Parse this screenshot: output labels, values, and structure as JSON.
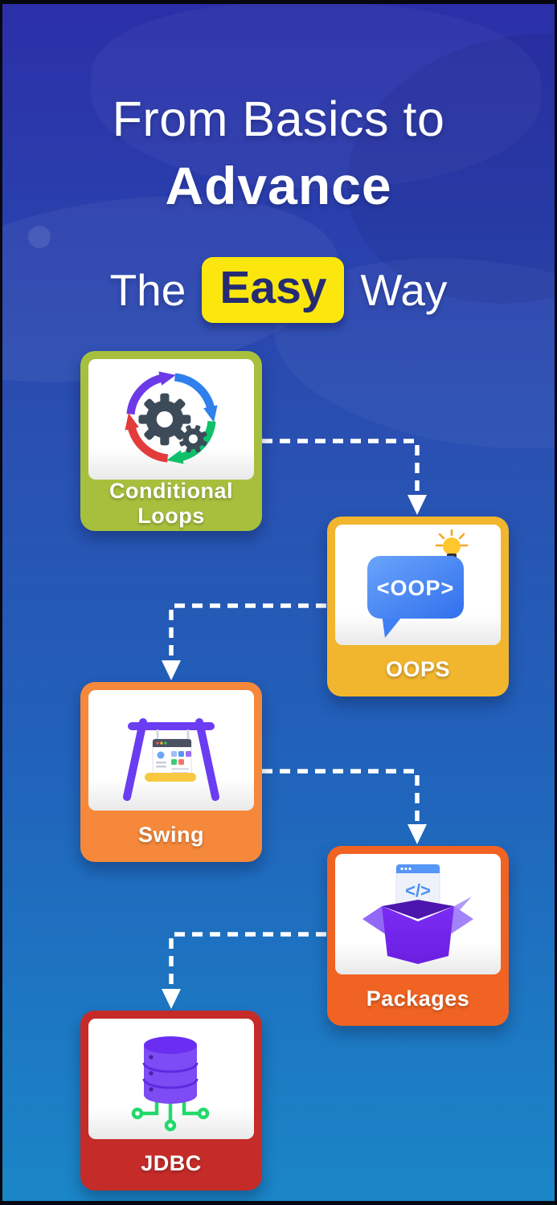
{
  "poster": {
    "title_line1": "From Basics to",
    "title_line2": "Advance",
    "subtitle_pre": "The",
    "subtitle_highlight": "Easy",
    "subtitle_post": "Way"
  },
  "colors": {
    "background_top": "#2b2fa8",
    "background_bottom": "#1a86c7",
    "highlight_bg": "#fbe70e",
    "highlight_text": "#252b72",
    "connector": "#ffffff"
  },
  "cards": [
    {
      "label": "Conditional Loops",
      "color": "#a6c03d",
      "icon": "loop-arrows-gears-icon"
    },
    {
      "label": "OOPS",
      "color": "#f2b52e",
      "icon": "oop-speech-bubble-icon",
      "icon_text": "<OOP>"
    },
    {
      "label": "Swing",
      "color": "#f5883a",
      "icon": "swing-set-window-icon"
    },
    {
      "label": "Packages",
      "color": "#f16322",
      "icon": "open-box-code-icon",
      "icon_text": "</>"
    },
    {
      "label": "JDBC",
      "color": "#c52b28",
      "icon": "database-connections-icon"
    }
  ]
}
